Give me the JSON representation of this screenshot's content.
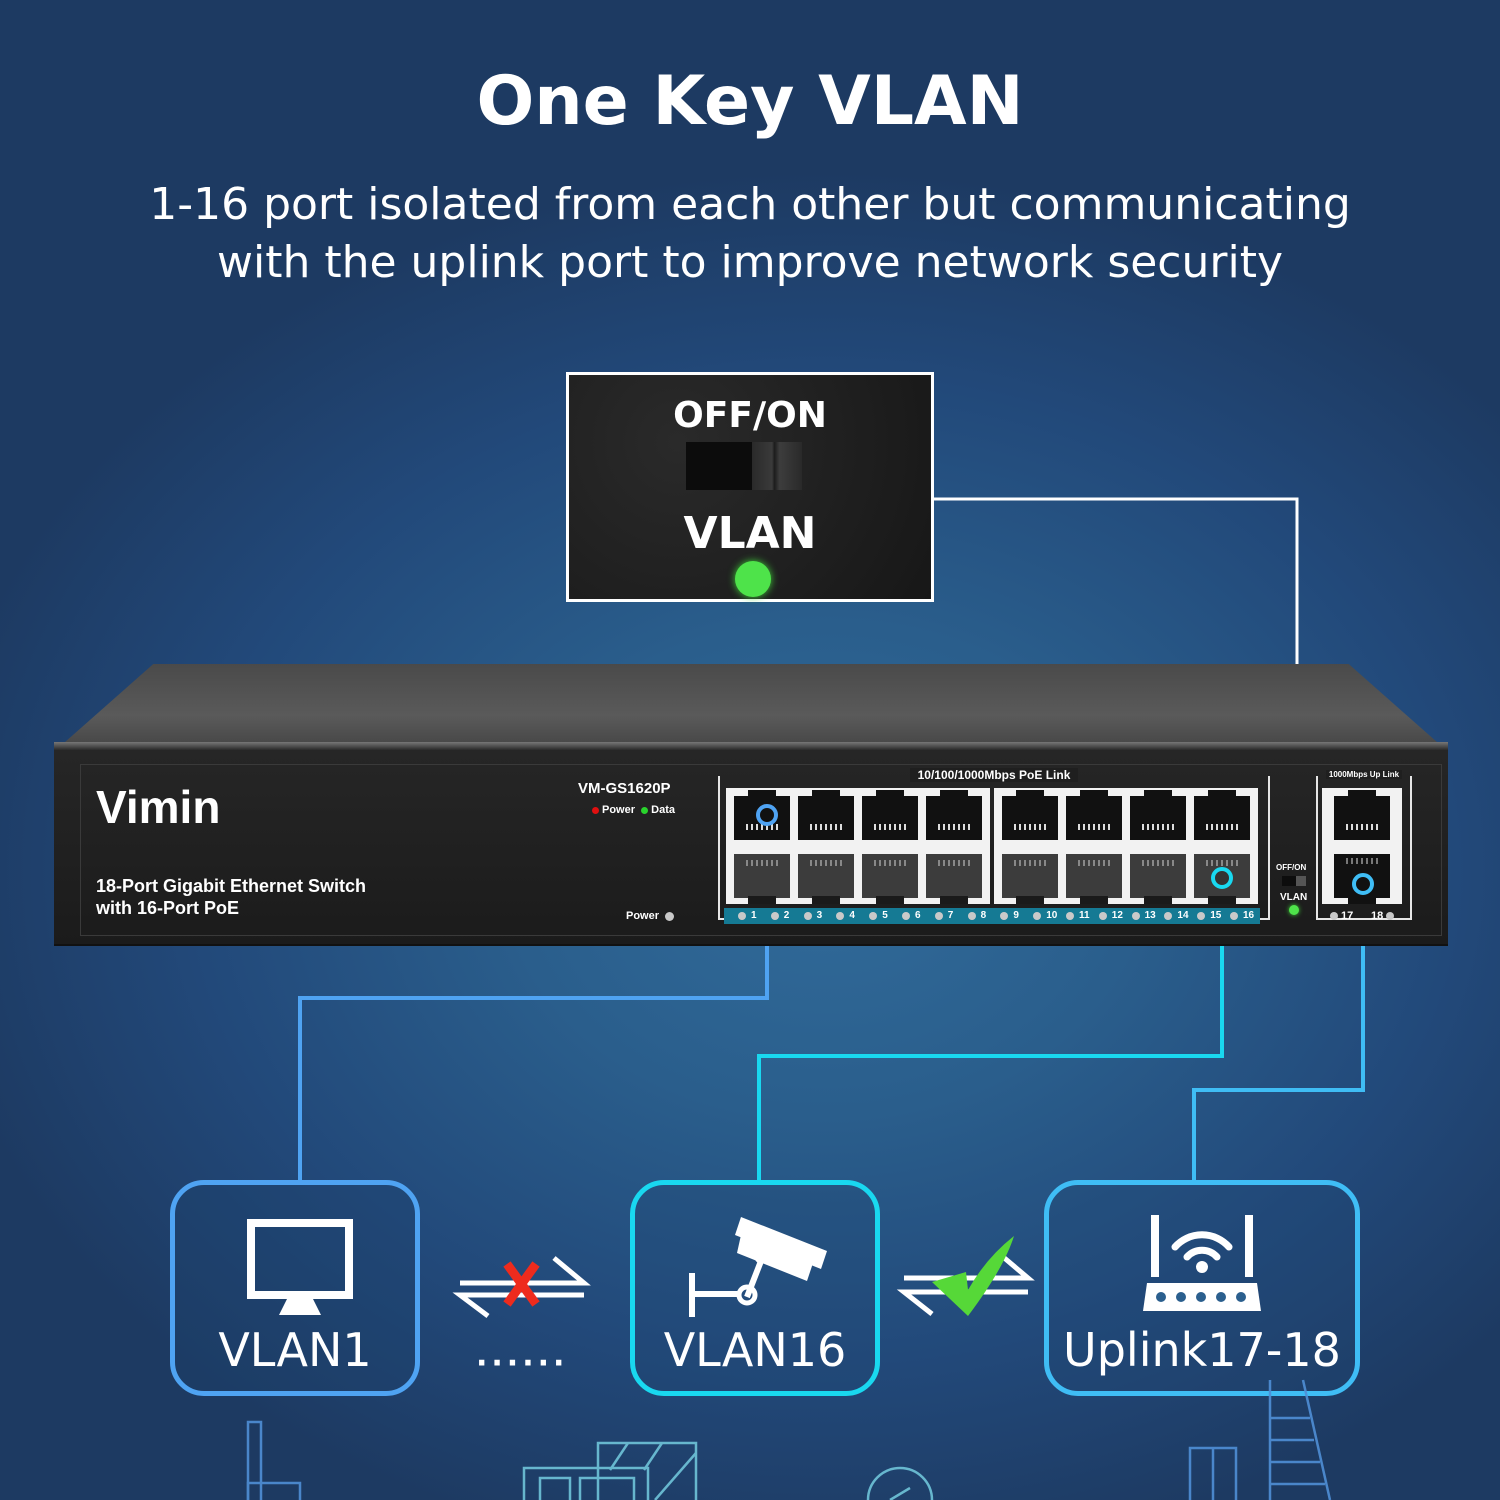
{
  "header": {
    "title": "One Key VLAN",
    "subtitle_line1": "1-16 port isolated from each other but communicating",
    "subtitle_line2": "with the uplink port to improve network security"
  },
  "callout": {
    "switch_label": "OFF/ON",
    "switch_state": "ON",
    "vlan_label": "VLAN",
    "vlan_led_color": "#4ee34a"
  },
  "switch": {
    "brand": "Vimin",
    "model": "VM-GS1620P",
    "description_line1": "18-Port Gigabit Ethernet Switch",
    "description_line2": "with 16-Port PoE",
    "legend_power": "Power",
    "legend_data": "Data",
    "legend_power_color": "#e01010",
    "legend_data_color": "#29d32c",
    "power_led_label": "Power",
    "poe_section_label": "10/100/1000Mbps PoE Link",
    "poe_ports": [
      "1",
      "2",
      "3",
      "4",
      "5",
      "6",
      "7",
      "8",
      "9",
      "10",
      "11",
      "12",
      "13",
      "14",
      "15",
      "16"
    ],
    "uplink_section_label": "1000Mbps Up Link",
    "uplink_ports": [
      "17",
      "18"
    ],
    "vlan_switch_label": "OFF/ON",
    "vlan_led_label": "VLAN"
  },
  "diagram": {
    "groups": [
      {
        "label": "VLAN1",
        "icon": "monitor-icon",
        "color": "#4fa3f2",
        "port": "1"
      },
      {
        "label": "VLAN16",
        "icon": "cctv-camera-icon",
        "color": "#19d8f0",
        "port": "16"
      },
      {
        "label": "Uplink17-18",
        "icon": "router-icon",
        "color": "#3fbdf5",
        "port": "18"
      }
    ],
    "links": [
      {
        "between": [
          "VLAN1",
          "VLAN16"
        ],
        "status": "blocked",
        "mark": "x-mark-icon",
        "mark_color": "#ee2b1d"
      },
      {
        "between": [
          "VLAN16",
          "Uplink17-18"
        ],
        "status": "allowed",
        "mark": "check-mark-icon",
        "mark_color": "#56d838"
      }
    ],
    "ellipsis": "······"
  },
  "colors": {
    "line_vlan1": "#4fa3f2",
    "line_vlan16": "#19d8f0",
    "line_uplink": "#3fbdf5",
    "line_callout": "#ffffff"
  }
}
